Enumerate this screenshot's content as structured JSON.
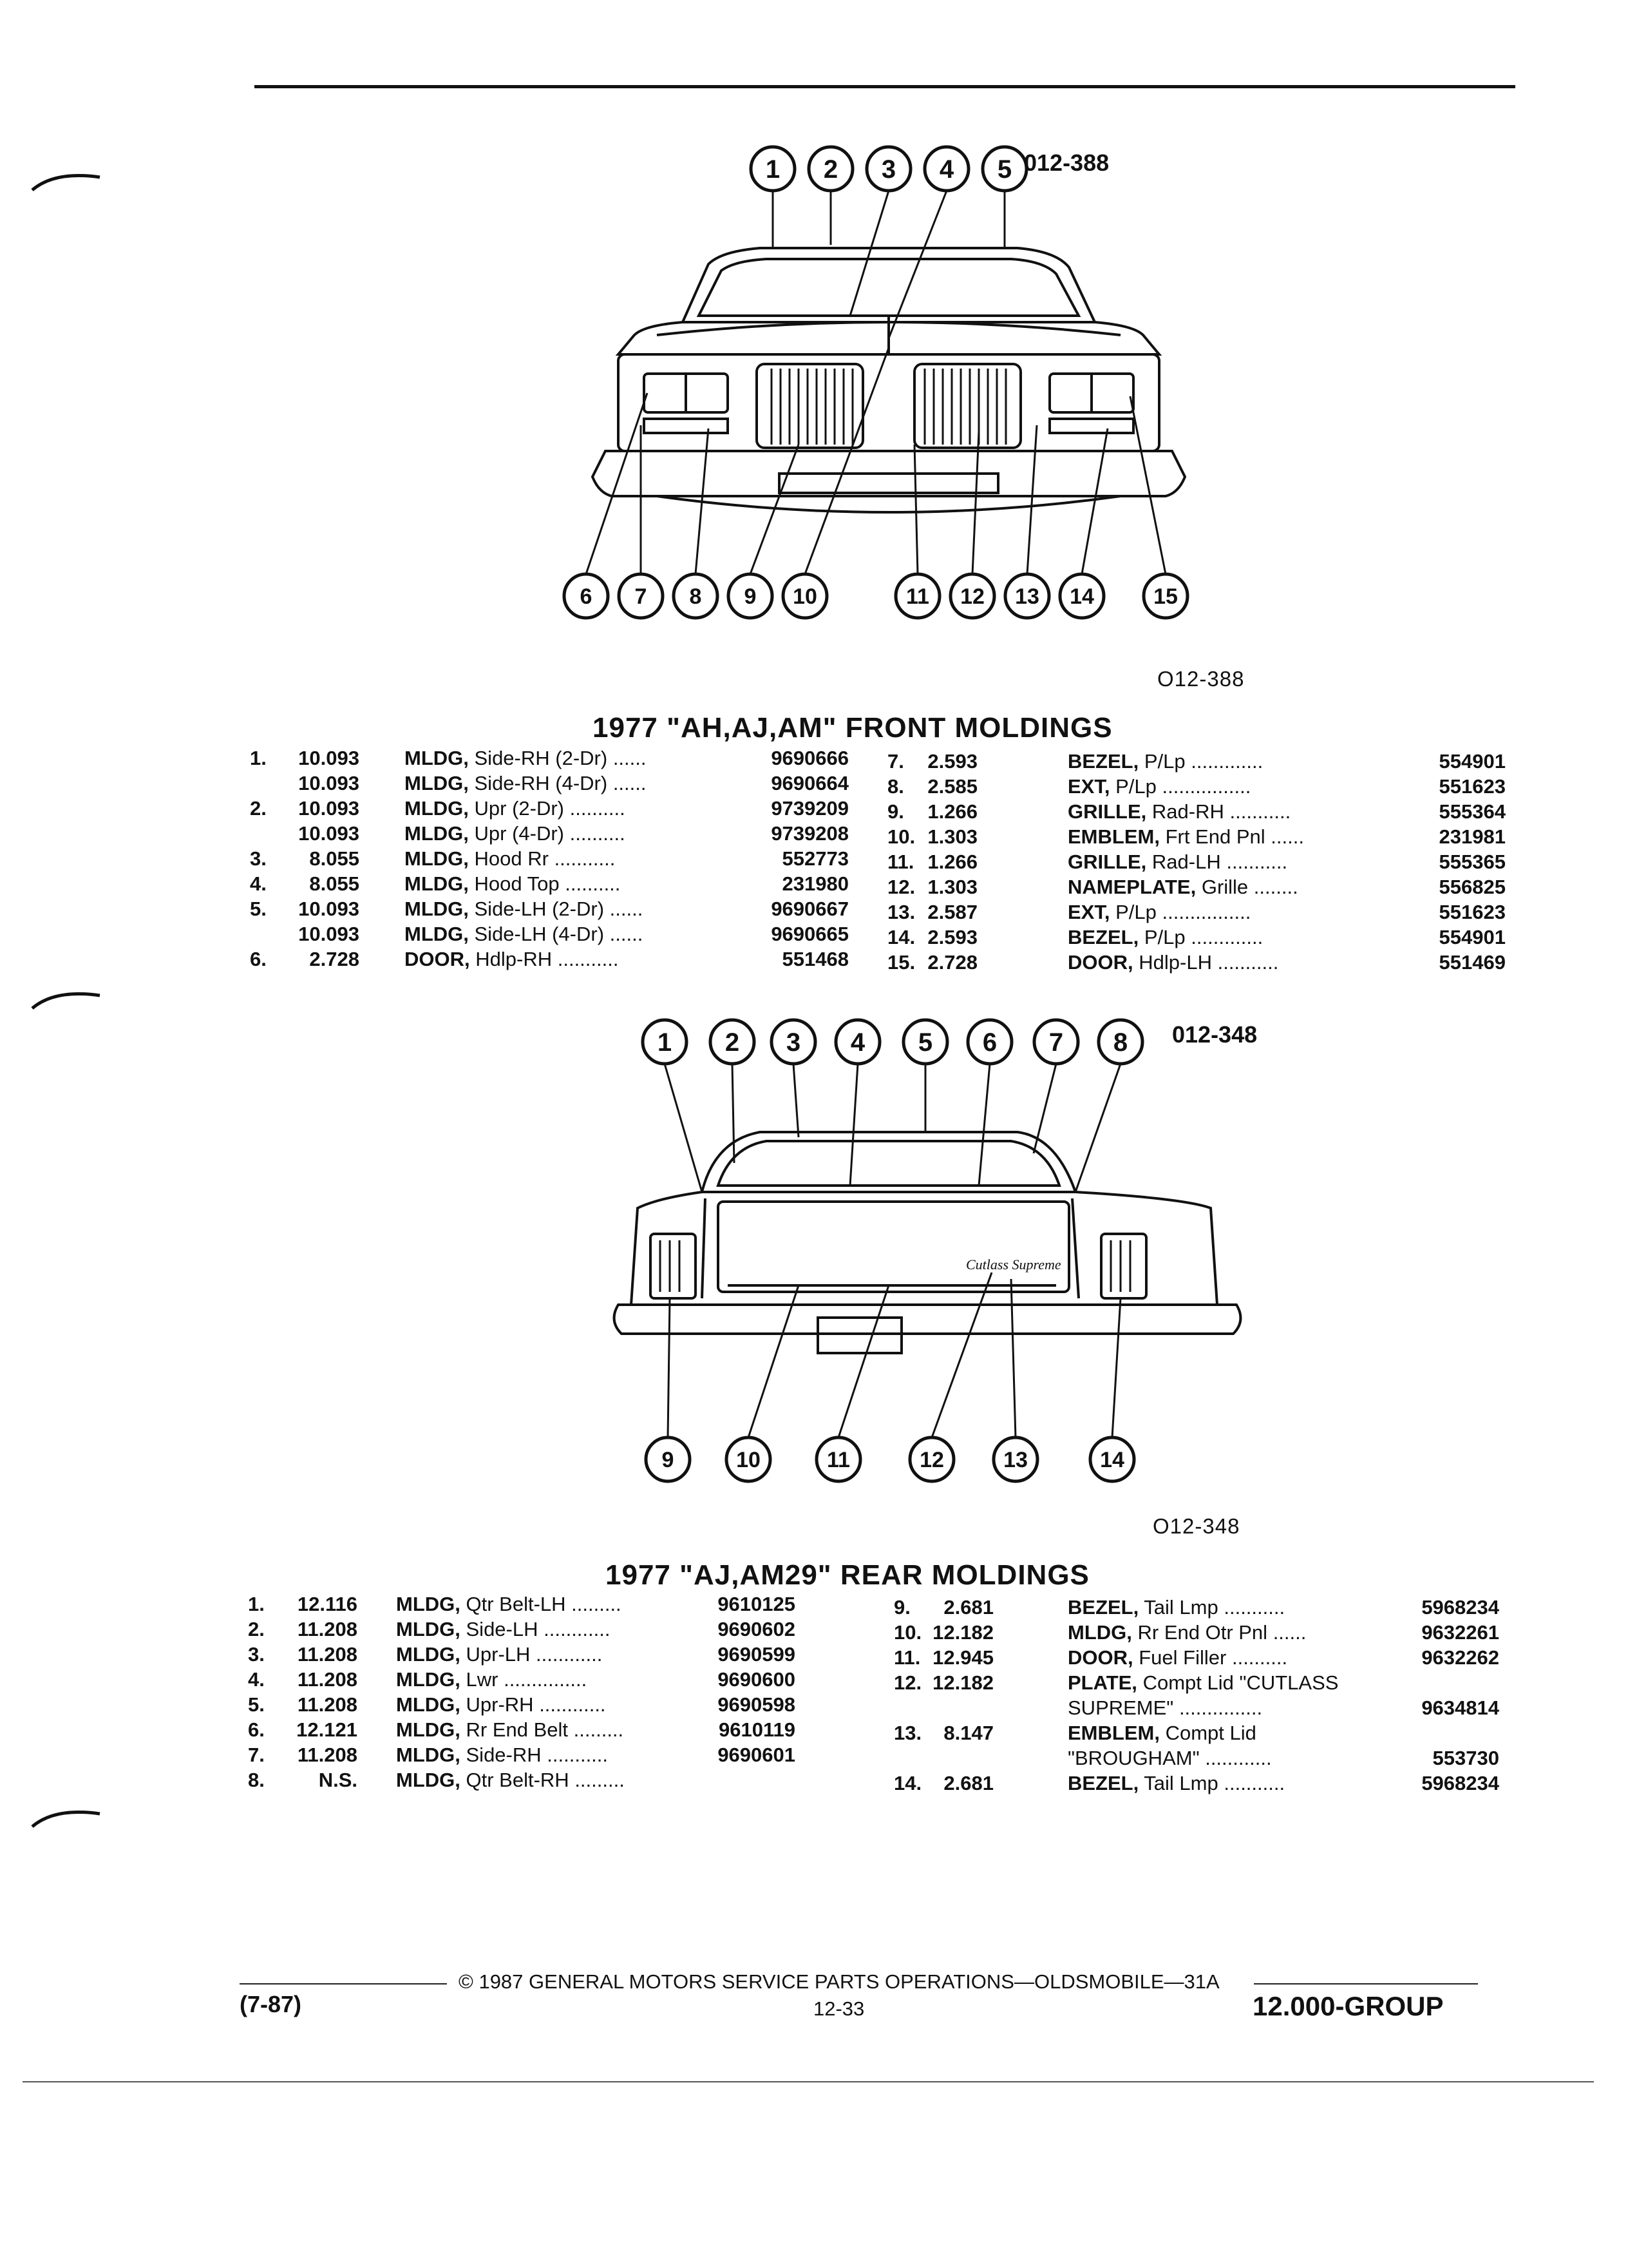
{
  "front": {
    "figure_code": "012-388",
    "figure_label": "O12-388",
    "callouts_top": [
      "1",
      "2",
      "3",
      "4",
      "5"
    ],
    "callouts_bottom": [
      "6",
      "7",
      "8",
      "9",
      "10",
      "11",
      "12",
      "13",
      "14",
      "15"
    ],
    "title": "1977 \"AH,AJ,AM\" FRONT MOLDINGS",
    "left_items": [
      {
        "no": "1.",
        "group": "10.093",
        "name": "MLDG,",
        "detail": "Side-RH (2-Dr)",
        "dots": "......",
        "part": "9690666"
      },
      {
        "no": "",
        "group": "10.093",
        "name": "MLDG,",
        "detail": "Side-RH (4-Dr)",
        "dots": "......",
        "part": "9690664"
      },
      {
        "no": "2.",
        "group": "10.093",
        "name": "MLDG,",
        "detail": "Upr (2-Dr)",
        "dots": "..........",
        "part": "9739209"
      },
      {
        "no": "",
        "group": "10.093",
        "name": "MLDG,",
        "detail": "Upr (4-Dr)",
        "dots": "..........",
        "part": "9739208"
      },
      {
        "no": "3.",
        "group": "8.055",
        "name": "MLDG,",
        "detail": "Hood Rr",
        "dots": "...........",
        "part": "552773"
      },
      {
        "no": "4.",
        "group": "8.055",
        "name": "MLDG,",
        "detail": "Hood Top",
        "dots": "..........",
        "part": "231980"
      },
      {
        "no": "5.",
        "group": "10.093",
        "name": "MLDG,",
        "detail": "Side-LH (2-Dr)",
        "dots": "......",
        "part": "9690667"
      },
      {
        "no": "",
        "group": "10.093",
        "name": "MLDG,",
        "detail": "Side-LH (4-Dr)",
        "dots": "......",
        "part": "9690665"
      },
      {
        "no": "6.",
        "group": "2.728",
        "name": "DOOR,",
        "detail": "Hdlp-RH",
        "dots": "...........",
        "part": "551468"
      }
    ],
    "right_items": [
      {
        "no": "7.",
        "group": "2.593",
        "name": "BEZEL,",
        "detail": "P/Lp",
        "dots": ".............",
        "part": "554901"
      },
      {
        "no": "8.",
        "group": "2.585",
        "name": "EXT,",
        "detail": "P/Lp",
        "dots": "................",
        "part": "551623"
      },
      {
        "no": "9.",
        "group": "1.266",
        "name": "GRILLE,",
        "detail": "Rad-RH",
        "dots": "...........",
        "part": "555364"
      },
      {
        "no": "10.",
        "group": "1.303",
        "name": "EMBLEM,",
        "detail": "Frt End Pnl",
        "dots": "......",
        "part": "231981"
      },
      {
        "no": "11.",
        "group": "1.266",
        "name": "GRILLE,",
        "detail": "Rad-LH",
        "dots": "...........",
        "part": "555365"
      },
      {
        "no": "12.",
        "group": "1.303",
        "name": "NAMEPLATE,",
        "detail": "Grille",
        "dots": "........",
        "part": "556825"
      },
      {
        "no": "13.",
        "group": "2.587",
        "name": "EXT,",
        "detail": "P/Lp",
        "dots": "................",
        "part": "551623"
      },
      {
        "no": "14.",
        "group": "2.593",
        "name": "BEZEL,",
        "detail": "P/Lp",
        "dots": ".............",
        "part": "554901"
      },
      {
        "no": "15.",
        "group": "2.728",
        "name": "DOOR,",
        "detail": "Hdlp-LH",
        "dots": "...........",
        "part": "551469"
      }
    ]
  },
  "rear": {
    "figure_code": "012-348",
    "figure_label": "O12-348",
    "callouts_top": [
      "1",
      "2",
      "3",
      "4",
      "5",
      "6",
      "7",
      "8"
    ],
    "callouts_bottom": [
      "9",
      "10",
      "11",
      "12",
      "13",
      "14"
    ],
    "title": "1977 \"AJ,AM29\" REAR MOLDINGS",
    "left_items": [
      {
        "no": "1.",
        "group": "12.116",
        "name": "MLDG,",
        "detail": "Qtr Belt-LH",
        "dots": ".........",
        "part": "9610125"
      },
      {
        "no": "2.",
        "group": "11.208",
        "name": "MLDG,",
        "detail": "Side-LH",
        "dots": "............",
        "part": "9690602"
      },
      {
        "no": "3.",
        "group": "11.208",
        "name": "MLDG,",
        "detail": "Upr-LH",
        "dots": "............",
        "part": "9690599"
      },
      {
        "no": "4.",
        "group": "11.208",
        "name": "MLDG,",
        "detail": "Lwr",
        "dots": "...............",
        "part": "9690600"
      },
      {
        "no": "5.",
        "group": "11.208",
        "name": "MLDG,",
        "detail": "Upr-RH",
        "dots": "............",
        "part": "9690598"
      },
      {
        "no": "6.",
        "group": "12.121",
        "name": "MLDG,",
        "detail": "Rr End Belt",
        "dots": ".........",
        "part": "9610119"
      },
      {
        "no": "7.",
        "group": "11.208",
        "name": "MLDG,",
        "detail": "Side-RH",
        "dots": "...........",
        "part": "9690601"
      },
      {
        "no": "8.",
        "group": "N.S.",
        "name": "MLDG,",
        "detail": "Qtr Belt-RH",
        "dots": ".........",
        "part": ""
      }
    ],
    "right_items": [
      {
        "no": "9.",
        "group": "2.681",
        "name": "BEZEL,",
        "detail": "Tail Lmp",
        "dots": "...........",
        "part": "5968234"
      },
      {
        "no": "10.",
        "group": "12.182",
        "name": "MLDG,",
        "detail": "Rr End Otr Pnl",
        "dots": "......",
        "part": "9632261"
      },
      {
        "no": "11.",
        "group": "12.945",
        "name": "DOOR,",
        "detail": "Fuel Filler",
        "dots": "..........",
        "part": "9632262"
      },
      {
        "no": "12.",
        "group": "12.182",
        "name": "PLATE,",
        "detail": "Compt Lid \"CUTLASS",
        "dots": "",
        "part": ""
      },
      {
        "no": "",
        "group": "",
        "name": "",
        "detail": "SUPREME\"",
        "dots": "...............",
        "part": "9634814"
      },
      {
        "no": "13.",
        "group": "8.147",
        "name": "EMBLEM,",
        "detail": "Compt Lid",
        "dots": "",
        "part": ""
      },
      {
        "no": "",
        "group": "",
        "name": "",
        "detail": "\"BROUGHAM\"",
        "dots": "............",
        "part": "553730"
      },
      {
        "no": "14.",
        "group": "2.681",
        "name": "BEZEL,",
        "detail": "Tail Lmp",
        "dots": "...........",
        "part": "5968234"
      }
    ]
  },
  "footer": {
    "date": "(7-87)",
    "copyright": "© 1987 GENERAL MOTORS SERVICE PARTS OPERATIONS—OLDSMOBILE—31A",
    "page": "12-33",
    "group": "12.000-GROUP"
  }
}
